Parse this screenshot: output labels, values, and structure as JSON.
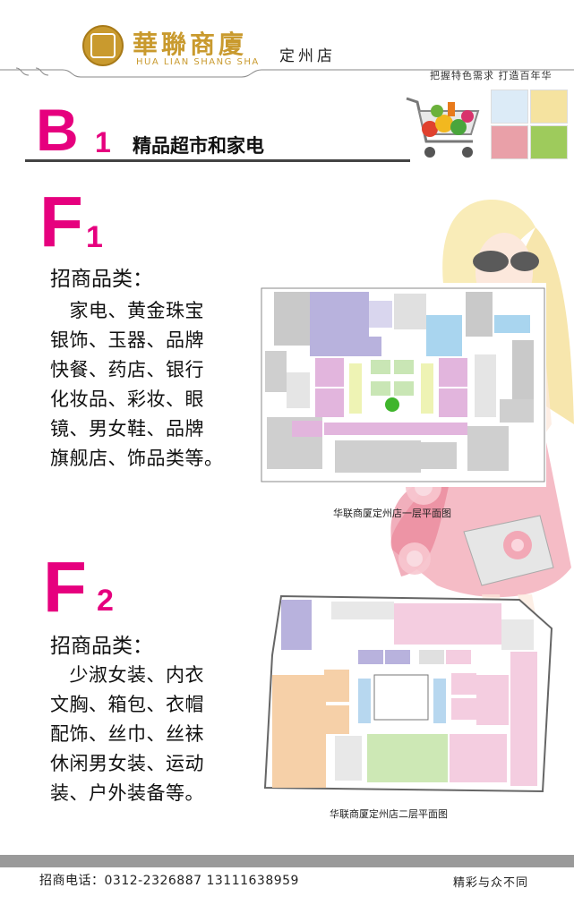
{
  "header": {
    "logo_cn": "華聯商廈",
    "logo_en": "HUA LIAN SHANG SHA",
    "branch": "定州店",
    "slogan": "把握特色需求  打造百年华"
  },
  "b1": {
    "letter": "B",
    "digit": "1",
    "title": "精品超市和家电"
  },
  "f1": {
    "letter": "F",
    "digit": "1",
    "category_title": "招商品类：",
    "lines": [
      "　家电、黄金珠宝",
      "银饰、玉器、品牌",
      "快餐、药店、银行",
      "化妆品、彩妆、眼",
      "镜、男女鞋、品牌",
      "旗舰店、饰品类等。"
    ],
    "map_caption": "华联商厦定州店一层平面图"
  },
  "f2": {
    "letter": "F",
    "digit": "2",
    "category_title": "招商品类：",
    "lines": [
      "　少淑女装、内衣",
      "文胸、箱包、衣帽",
      "配饰、丝巾、丝袜",
      "休闲男女装、运动",
      "装、户外装备等。"
    ],
    "map_caption": "华联商厦定州店二层平面图"
  },
  "footer": {
    "contact": "招商电话：0312-2326887  13111638959",
    "slogan": "精彩与众不同"
  },
  "colors": {
    "accent": "#e6007e",
    "gold": "#c99a2e",
    "footer_bar": "#9a9a9a"
  }
}
